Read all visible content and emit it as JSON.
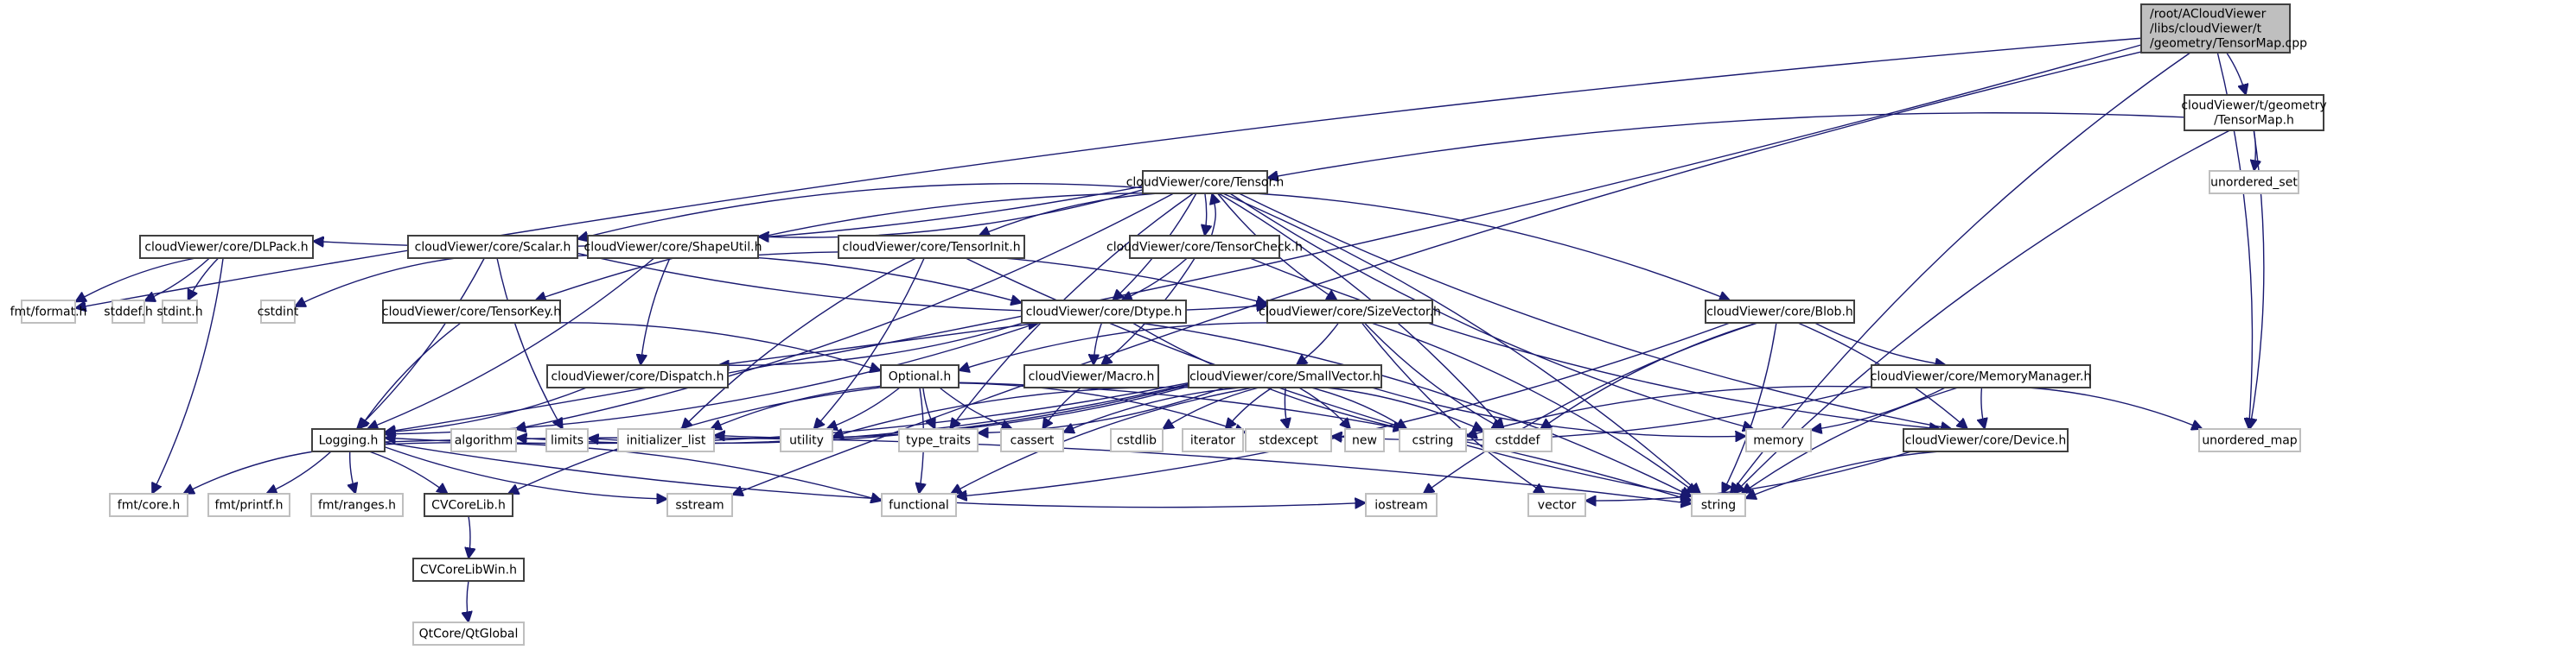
{
  "title": "Include dependency graph for TensorMap.cpp",
  "colors": {
    "edge": "#191970",
    "main_fill": "#bfbfbf",
    "main_border": "#404040",
    "local_border": "#404040",
    "system_border": "#bfbfbf",
    "background": "#ffffff"
  },
  "nodes": [
    {
      "id": "cpp",
      "kind": "main",
      "lines": [
        "/root/ACloudViewer",
        "/libs/cloudViewer/t",
        "/geometry/TensorMap.cpp"
      ]
    },
    {
      "id": "tensormap_h",
      "kind": "local",
      "lines": [
        "cloudViewer/t/geometry",
        "/TensorMap.h"
      ]
    },
    {
      "id": "unordered_set",
      "kind": "system",
      "lines": [
        "unordered_set"
      ]
    },
    {
      "id": "tensor_h",
      "kind": "local",
      "lines": [
        "cloudViewer/core/Tensor.h"
      ]
    },
    {
      "id": "dlpack_h",
      "kind": "local",
      "lines": [
        "cloudViewer/core/DLPack.h"
      ]
    },
    {
      "id": "scalar_h",
      "kind": "local",
      "lines": [
        "cloudViewer/core/Scalar.h"
      ]
    },
    {
      "id": "shapeutil_h",
      "kind": "local",
      "lines": [
        "cloudViewer/core/ShapeUtil.h"
      ]
    },
    {
      "id": "tensorinit_h",
      "kind": "local",
      "lines": [
        "cloudViewer/core/TensorInit.h"
      ]
    },
    {
      "id": "tensorcheck_h",
      "kind": "local",
      "lines": [
        "cloudViewer/core/TensorCheck.h"
      ]
    },
    {
      "id": "fmt_format",
      "kind": "system",
      "lines": [
        "fmt/format.h"
      ]
    },
    {
      "id": "stddef_h",
      "kind": "system",
      "lines": [
        "stddef.h"
      ]
    },
    {
      "id": "stdint_h",
      "kind": "system",
      "lines": [
        "stdint.h"
      ]
    },
    {
      "id": "cstdint",
      "kind": "system",
      "lines": [
        "cstdint"
      ]
    },
    {
      "id": "tensorkey_h",
      "kind": "local",
      "lines": [
        "cloudViewer/core/TensorKey.h"
      ]
    },
    {
      "id": "dtype_h",
      "kind": "local",
      "lines": [
        "cloudViewer/core/Dtype.h"
      ]
    },
    {
      "id": "sizevector_h",
      "kind": "local",
      "lines": [
        "cloudViewer/core/SizeVector.h"
      ]
    },
    {
      "id": "blob_h",
      "kind": "local",
      "lines": [
        "cloudViewer/core/Blob.h"
      ]
    },
    {
      "id": "dispatch_h",
      "kind": "local",
      "lines": [
        "cloudViewer/core/Dispatch.h"
      ]
    },
    {
      "id": "optional_h",
      "kind": "local",
      "lines": [
        "Optional.h"
      ]
    },
    {
      "id": "macro_h",
      "kind": "local",
      "lines": [
        "cloudViewer/Macro.h"
      ]
    },
    {
      "id": "smallvector_h",
      "kind": "local",
      "lines": [
        "cloudViewer/core/SmallVector.h"
      ]
    },
    {
      "id": "memorymanager_h",
      "kind": "local",
      "lines": [
        "cloudViewer/core/MemoryManager.h"
      ]
    },
    {
      "id": "logging_h",
      "kind": "local",
      "lines": [
        "Logging.h"
      ]
    },
    {
      "id": "algorithm",
      "kind": "system",
      "lines": [
        "algorithm"
      ]
    },
    {
      "id": "limits",
      "kind": "system",
      "lines": [
        "limits"
      ]
    },
    {
      "id": "initializer_list",
      "kind": "system",
      "lines": [
        "initializer_list"
      ]
    },
    {
      "id": "utility",
      "kind": "system",
      "lines": [
        "utility"
      ]
    },
    {
      "id": "type_traits",
      "kind": "system",
      "lines": [
        "type_traits"
      ]
    },
    {
      "id": "cassert",
      "kind": "system",
      "lines": [
        "cassert"
      ]
    },
    {
      "id": "cstdlib",
      "kind": "system",
      "lines": [
        "cstdlib"
      ]
    },
    {
      "id": "iterator",
      "kind": "system",
      "lines": [
        "iterator"
      ]
    },
    {
      "id": "stdexcept",
      "kind": "system",
      "lines": [
        "stdexcept"
      ]
    },
    {
      "id": "new",
      "kind": "system",
      "lines": [
        "new"
      ]
    },
    {
      "id": "cstring",
      "kind": "system",
      "lines": [
        "cstring"
      ]
    },
    {
      "id": "cstddef",
      "kind": "system",
      "lines": [
        "cstddef"
      ]
    },
    {
      "id": "memory",
      "kind": "system",
      "lines": [
        "memory"
      ]
    },
    {
      "id": "device_h",
      "kind": "local",
      "lines": [
        "cloudViewer/core/Device.h"
      ]
    },
    {
      "id": "unordered_map",
      "kind": "system",
      "lines": [
        "unordered_map"
      ]
    },
    {
      "id": "fmt_core",
      "kind": "system",
      "lines": [
        "fmt/core.h"
      ]
    },
    {
      "id": "fmt_printf",
      "kind": "system",
      "lines": [
        "fmt/printf.h"
      ]
    },
    {
      "id": "fmt_ranges",
      "kind": "system",
      "lines": [
        "fmt/ranges.h"
      ]
    },
    {
      "id": "cvcorelib_h",
      "kind": "local",
      "lines": [
        "CVCoreLib.h"
      ]
    },
    {
      "id": "sstream",
      "kind": "system",
      "lines": [
        "sstream"
      ]
    },
    {
      "id": "functional",
      "kind": "system",
      "lines": [
        "functional"
      ]
    },
    {
      "id": "iostream",
      "kind": "system",
      "lines": [
        "iostream"
      ]
    },
    {
      "id": "vector",
      "kind": "system",
      "lines": [
        "vector"
      ]
    },
    {
      "id": "string",
      "kind": "system",
      "lines": [
        "string"
      ]
    },
    {
      "id": "cvcorelibwin_h",
      "kind": "local",
      "lines": [
        "CVCoreLibWin.h"
      ]
    },
    {
      "id": "qtglobal",
      "kind": "system",
      "lines": [
        "QtCore/QtGlobal"
      ]
    }
  ],
  "edges": [
    [
      "cpp",
      "tensormap_h"
    ],
    [
      "cpp",
      "fmt_format"
    ],
    [
      "cpp",
      "logging_h"
    ],
    [
      "cpp",
      "sstream"
    ],
    [
      "cpp",
      "unordered_map"
    ],
    [
      "cpp",
      "string"
    ],
    [
      "tensormap_h",
      "unordered_set"
    ],
    [
      "tensormap_h",
      "tensor_h"
    ],
    [
      "tensormap_h",
      "unordered_map"
    ],
    [
      "tensormap_h",
      "string"
    ],
    [
      "tensor_h",
      "dlpack_h"
    ],
    [
      "tensor_h",
      "scalar_h"
    ],
    [
      "tensor_h",
      "shapeutil_h"
    ],
    [
      "tensor_h",
      "tensorinit_h"
    ],
    [
      "tensor_h",
      "tensorcheck_h"
    ],
    [
      "tensor_h",
      "tensorkey_h"
    ],
    [
      "tensor_h",
      "dtype_h"
    ],
    [
      "tensor_h",
      "sizevector_h"
    ],
    [
      "tensor_h",
      "blob_h"
    ],
    [
      "tensor_h",
      "device_h"
    ],
    [
      "tensor_h",
      "algorithm"
    ],
    [
      "tensor_h",
      "type_traits"
    ],
    [
      "tensor_h",
      "cstddef"
    ],
    [
      "tensor_h",
      "memory"
    ],
    [
      "tensor_h",
      "string"
    ],
    [
      "tensorcheck_h",
      "tensor_h"
    ],
    [
      "tensorcheck_h",
      "dtype_h"
    ],
    [
      "tensorcheck_h",
      "device_h"
    ],
    [
      "tensorcheck_h",
      "macro_h"
    ],
    [
      "dlpack_h",
      "fmt_format"
    ],
    [
      "dlpack_h",
      "stddef_h"
    ],
    [
      "dlpack_h",
      "stdint_h"
    ],
    [
      "dlpack_h",
      "fmt_core"
    ],
    [
      "scalar_h",
      "cstdint"
    ],
    [
      "scalar_h",
      "logging_h"
    ],
    [
      "scalar_h",
      "limits"
    ],
    [
      "scalar_h",
      "dtype_h"
    ],
    [
      "scalar_h",
      "sizevector_h"
    ],
    [
      "shapeutil_h",
      "sizevector_h"
    ],
    [
      "shapeutil_h",
      "dispatch_h"
    ],
    [
      "shapeutil_h",
      "logging_h"
    ],
    [
      "tensorinit_h",
      "initializer_list"
    ],
    [
      "tensorinit_h",
      "utility"
    ],
    [
      "tensorinit_h",
      "string"
    ],
    [
      "tensorkey_h",
      "optional_h"
    ],
    [
      "tensorkey_h",
      "logging_h"
    ],
    [
      "dtype_h",
      "dispatch_h"
    ],
    [
      "dtype_h",
      "macro_h"
    ],
    [
      "dtype_h",
      "logging_h"
    ],
    [
      "dtype_h",
      "cstring"
    ],
    [
      "dtype_h",
      "string"
    ],
    [
      "dispatch_h",
      "dtype_h"
    ],
    [
      "dispatch_h",
      "logging_h"
    ],
    [
      "sizevector_h",
      "optional_h"
    ],
    [
      "sizevector_h",
      "smallvector_h"
    ],
    [
      "sizevector_h",
      "cstddef"
    ],
    [
      "sizevector_h",
      "string"
    ],
    [
      "sizevector_h",
      "vector"
    ],
    [
      "optional_h",
      "functional"
    ],
    [
      "optional_h",
      "initializer_list"
    ],
    [
      "optional_h",
      "stdexcept"
    ],
    [
      "optional_h",
      "type_traits"
    ],
    [
      "optional_h",
      "utility"
    ],
    [
      "optional_h",
      "cassert"
    ],
    [
      "optional_h",
      "string"
    ],
    [
      "macro_h",
      "cassert"
    ],
    [
      "smallvector_h",
      "algorithm"
    ],
    [
      "smallvector_h",
      "cassert"
    ],
    [
      "smallvector_h",
      "cstddef"
    ],
    [
      "smallvector_h",
      "cstdlib"
    ],
    [
      "smallvector_h",
      "cstring"
    ],
    [
      "smallvector_h",
      "functional"
    ],
    [
      "smallvector_h",
      "initializer_list"
    ],
    [
      "smallvector_h",
      "iterator"
    ],
    [
      "smallvector_h",
      "limits"
    ],
    [
      "smallvector_h",
      "memory"
    ],
    [
      "smallvector_h",
      "new"
    ],
    [
      "smallvector_h",
      "stdexcept"
    ],
    [
      "smallvector_h",
      "type_traits"
    ],
    [
      "smallvector_h",
      "utility"
    ],
    [
      "smallvector_h",
      "logging_h"
    ],
    [
      "blob_h",
      "memorymanager_h"
    ],
    [
      "blob_h",
      "device_h"
    ],
    [
      "blob_h",
      "cstddef"
    ],
    [
      "blob_h",
      "functional"
    ],
    [
      "blob_h",
      "iostream"
    ],
    [
      "blob_h",
      "string"
    ],
    [
      "memorymanager_h",
      "device_h"
    ],
    [
      "memorymanager_h",
      "memory"
    ],
    [
      "memorymanager_h",
      "string"
    ],
    [
      "memorymanager_h",
      "unordered_map"
    ],
    [
      "memorymanager_h",
      "cstring"
    ],
    [
      "memorymanager_h",
      "stdexcept"
    ],
    [
      "device_h",
      "string"
    ],
    [
      "device_h",
      "vector"
    ],
    [
      "logging_h",
      "fmt_core"
    ],
    [
      "logging_h",
      "fmt_printf"
    ],
    [
      "logging_h",
      "fmt_ranges"
    ],
    [
      "logging_h",
      "cvcorelib_h"
    ],
    [
      "logging_h",
      "sstream"
    ],
    [
      "logging_h",
      "functional"
    ],
    [
      "logging_h",
      "iostream"
    ],
    [
      "logging_h",
      "string"
    ],
    [
      "optional_h",
      "cvcorelib_h"
    ],
    [
      "cvcorelib_h",
      "cvcorelibwin_h"
    ],
    [
      "cvcorelibwin_h",
      "qtglobal"
    ]
  ]
}
